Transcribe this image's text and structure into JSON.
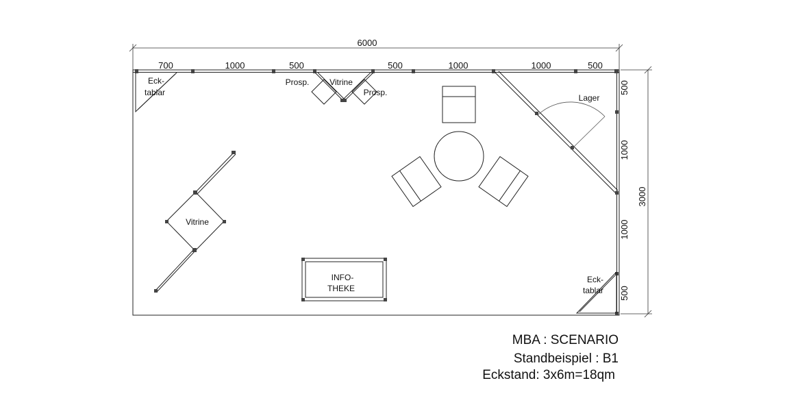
{
  "dimensions": {
    "total_width": "6000",
    "top_segments": [
      "700",
      "1000",
      "500",
      "500",
      "1000",
      "1000",
      "500"
    ],
    "total_depth": "3000",
    "right_segments": [
      "500",
      "1000",
      "1000",
      "500"
    ]
  },
  "labels": {
    "corner_shelf_top": [
      "Eck-",
      "tablar"
    ],
    "corner_shelf_bottom": [
      "Eck-",
      "tablar"
    ],
    "prospekt_left": "Prosp.",
    "prospekt_right": "Prosp.",
    "vitrine_top": "Vitrine",
    "vitrine_left": "Vitrine",
    "lager": "Lager",
    "infotheke": [
      "INFO-",
      "THEKE"
    ]
  },
  "caption": {
    "line1": "MBA : SCENARIO",
    "line2": "Standbeispiel : B1",
    "line3": "Eckstand: 3x6m=18qm"
  }
}
